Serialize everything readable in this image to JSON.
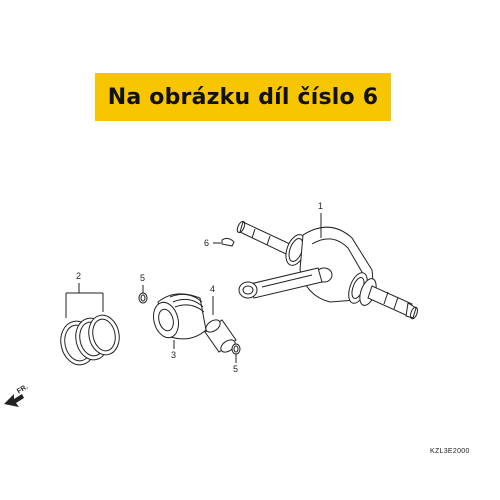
{
  "banner": {
    "text": "Na obrázku díl číslo 6",
    "background": "#f7c600"
  },
  "callouts": {
    "p1": "1",
    "p2": "2",
    "p3": "3",
    "p4": "4",
    "p5a": "5",
    "p5b": "5",
    "p6": "6"
  },
  "direction_label": "FR.",
  "diagram_code": "KZL3E2000"
}
